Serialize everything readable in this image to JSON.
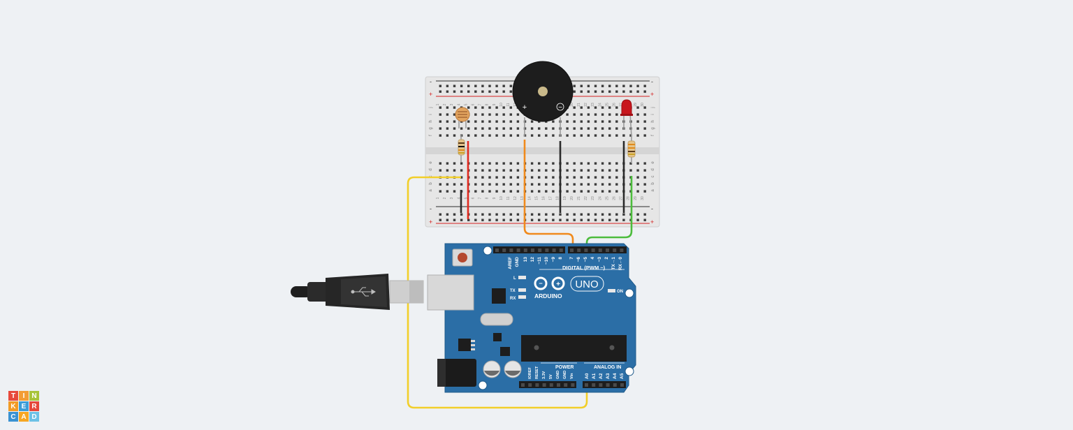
{
  "app": {
    "name": "Tinkercad"
  },
  "logo": {
    "letters": [
      "T",
      "I",
      "N",
      "K",
      "E",
      "R",
      "C",
      "A",
      "D"
    ],
    "colors": [
      "#e7493b",
      "#f39c34",
      "#a8c43a",
      "#f29b25",
      "#3b9dd8",
      "#e6473a",
      "#3a92d2",
      "#f6a623",
      "#6cc1e6"
    ]
  },
  "breadboard": {
    "rail_minus": "-",
    "rail_plus": "+",
    "row_letters_top": [
      "j",
      "i",
      "h",
      "g",
      "f"
    ],
    "row_letters_bottom": [
      "e",
      "d",
      "c",
      "b",
      "a"
    ],
    "column_numbers": [
      "1",
      "2",
      "3",
      "4",
      "5",
      "6",
      "7",
      "8",
      "9",
      "10",
      "11",
      "12",
      "13",
      "14",
      "15",
      "16",
      "17",
      "18",
      "19",
      "20",
      "21",
      "22",
      "23",
      "24",
      "25",
      "26",
      "27",
      "28",
      "29",
      "30"
    ]
  },
  "buzzer": {
    "plus": "+",
    "minus": "−"
  },
  "arduino": {
    "brand": "ARDUINO",
    "model": "UNO",
    "digital_header_label": "DIGITAL (PWM ~)",
    "digital_pins": [
      "AREF",
      "GND",
      "13",
      "12",
      "~11",
      "~10",
      "~9",
      "8",
      "7",
      "~6",
      "~5",
      "4",
      "~3",
      "2",
      "TX→1",
      "RX←0"
    ],
    "led_l": "L",
    "led_tx": "TX",
    "led_rx": "RX",
    "on_label": "ON",
    "power_label": "POWER",
    "analog_label": "ANALOG IN",
    "power_pins": [
      "IOREF",
      "RESET",
      "3.3V",
      "5V",
      "GND",
      "GND",
      "Vin"
    ],
    "analog_pins": [
      "A0",
      "A1",
      "A2",
      "A3",
      "A4",
      "A5"
    ]
  },
  "colors": {
    "board_blue": "#2b6ea6",
    "wire_yellow": "#f2cf2a",
    "wire_orange": "#f08a1c",
    "wire_green": "#4cbc3c",
    "wire_red": "#e02b20",
    "wire_black": "#2b2b2b",
    "led_red": "#c8161d"
  }
}
